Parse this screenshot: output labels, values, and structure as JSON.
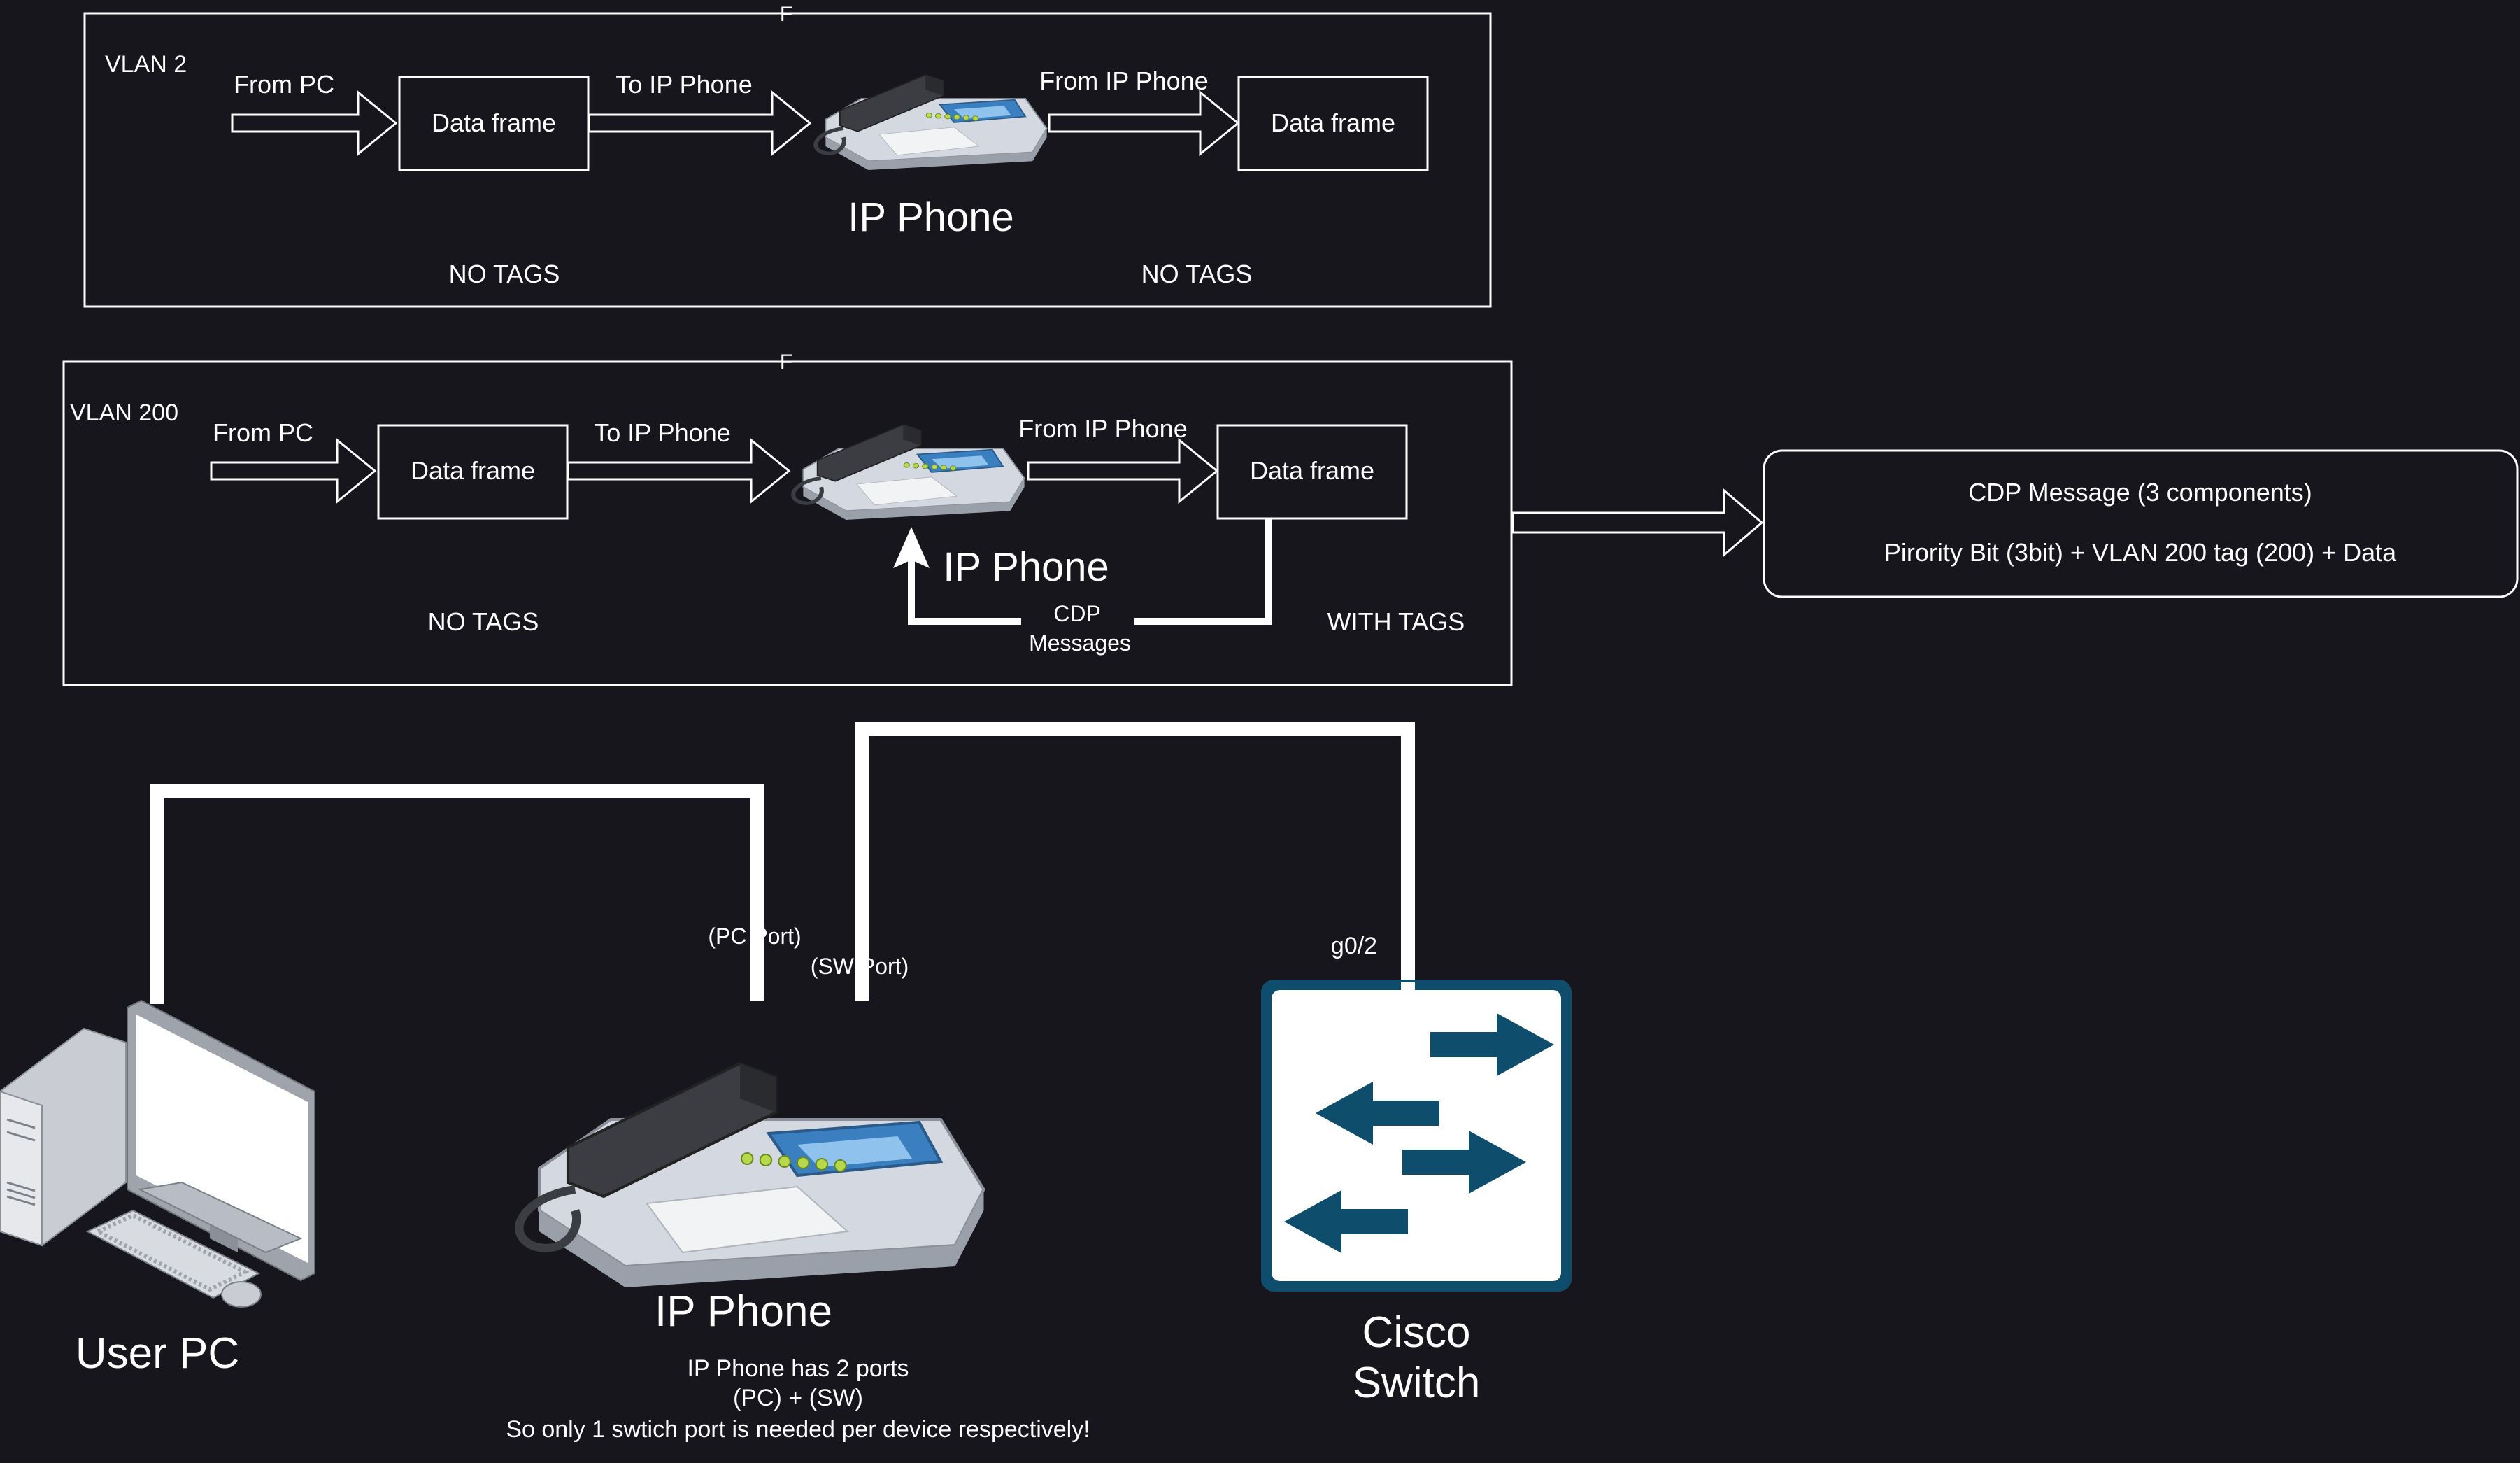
{
  "vlan2": {
    "marker": "F",
    "title": "VLAN 2",
    "from_pc": "From PC",
    "frame_left": "Data frame",
    "to_ip_phone": "To IP Phone",
    "phone_label": "IP Phone",
    "from_ip_phone": "From IP Phone",
    "frame_right": "Data frame",
    "tags_left": "NO TAGS",
    "tags_right": "NO TAGS"
  },
  "vlan200": {
    "marker": "F",
    "title": "VLAN 200",
    "from_pc": "From PC",
    "frame_left": "Data frame",
    "to_ip_phone": "To IP Phone",
    "phone_label": "IP Phone",
    "from_ip_phone": "From IP Phone",
    "frame_right": "Data frame",
    "tags_left": "NO TAGS",
    "tags_right": "WITH TAGS",
    "cdp_line1": "CDP",
    "cdp_line2": "Messages"
  },
  "cdp_box": {
    "title": "CDP Message (3 components)",
    "detail": "Pirority Bit  (3bit) + VLAN 200 tag (200) + Data"
  },
  "topology": {
    "pc_label": "User PC",
    "phone_label": "IP Phone",
    "pc_port": "(PC Port)",
    "sw_port": "(SW Port)",
    "switch_port": "g0/2",
    "switch_line1": "Cisco",
    "switch_line2": "Switch",
    "note_line1": "IP Phone has 2 ports",
    "note_line2": "(PC) + (SW)",
    "note_line3": "So only 1 swtich port is needed per device respectively!"
  },
  "colors": {
    "background": "#17161d",
    "foreground": "#ffffff",
    "switch_blue": "#0e4d6b"
  }
}
